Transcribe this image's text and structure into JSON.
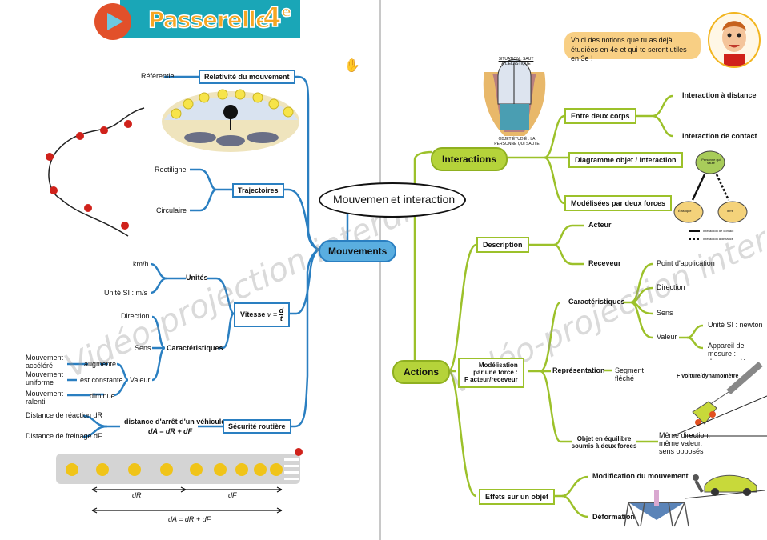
{
  "header": {
    "brand": "Passerelle",
    "level": "4",
    "level_suffix": "e",
    "play_icon": "play-icon"
  },
  "central_node": {
    "left_text": "Mouvemen",
    "right_text": "et interaction"
  },
  "watermark": "Vidéo-projection interdite",
  "speech_bubble": "Voici des notions que tu as déjà étudiées en 4e et qui te seront utiles en 3e !",
  "left_page": {
    "main_node": "Mouvements",
    "relativity": {
      "label": "Relativité du mouvement",
      "leaf": "Référentiel"
    },
    "trajectories": {
      "label": "Trajectoires",
      "leaves": [
        "Rectiligne",
        "Circulaire"
      ]
    },
    "speed": {
      "label": "Vitesse",
      "formula_lhs": "v =",
      "formula_num": "d",
      "formula_den": "t",
      "units": {
        "label": "Unités",
        "leaves": [
          "km/h",
          "Unité SI : m/s"
        ]
      },
      "characteristics": {
        "label": "Caractéristiques",
        "leaves": [
          "Direction",
          "Sens",
          "Valeur"
        ],
        "value_branches": [
          {
            "state": "augmente",
            "movement": "Mouvement accéléré"
          },
          {
            "state": "est constante",
            "movement": "Mouvement uniforme"
          },
          {
            "state": "diminue",
            "movement": "Mouvement ralenti"
          }
        ]
      }
    },
    "road_safety": {
      "label": "Sécurité routière",
      "summary_line1": "distance d'arrêt d'un véhicule",
      "summary_line2": "dA = dR + dF",
      "leaves": [
        "Distance de réaction dR",
        "Distance de freinage dF"
      ],
      "diagram_labels": {
        "dr": "dR",
        "df": "dF",
        "da": "dA = dR + dF"
      }
    }
  },
  "right_page": {
    "interactions": {
      "label": "Interactions",
      "situation_caption_top": "SITUATION : SAUT À L'ÉLASTIQUE",
      "situation_caption_bottom": "OBJET ÉTUDIÉ : LA PERSONNE QUI SAUTE",
      "branches": [
        {
          "label": "Entre deux corps",
          "leaves": [
            "Interaction à distance",
            "Interaction de contact"
          ]
        },
        {
          "label": "Diagramme objet / interaction",
          "leaves": []
        },
        {
          "label": "Modélisées par deux forces",
          "leaves": []
        }
      ],
      "diagram": {
        "nodes": [
          "Personne qui saute",
          "Élastique",
          "Terre"
        ],
        "legend": [
          "Interaction de contact",
          "Interaction à distance"
        ]
      }
    },
    "actions": {
      "label": "Actions",
      "description": {
        "label": "Description",
        "leaves": [
          "Acteur",
          "Receveur"
        ]
      },
      "model": {
        "label_line1": "Modélisation",
        "label_line2": "par une force :",
        "label_line3": "F acteur/receveur",
        "characteristics": {
          "label": "Caractéristiques",
          "leaves": [
            "Point d'application",
            "Direction",
            "Sens",
            "Valeur"
          ],
          "value_leaves": [
            "Unité SI : newton",
            "Appareil de mesure : dynamomètre"
          ]
        },
        "representation": {
          "label": "Représentation",
          "leaf": "Segment fléché"
        },
        "equilibrium": {
          "label": "Objet en équilibre soumis à deux forces",
          "leaf": "Même direction, même valeur, sens opposés"
        },
        "force_caption": "F voiture/dynamomètre"
      },
      "effects": {
        "label": "Effets sur un objet",
        "leaves": [
          "Modification du mouvement",
          "Déformation"
        ]
      }
    }
  },
  "colors": {
    "blue_branch": "#2a7fc1",
    "blue_node": "#5aaee0",
    "green_branch": "#9cc12a",
    "green_node": "#b5d33a",
    "banner": "#1aa6b7",
    "brand_text": "#f6a623",
    "play_button": "#e2502a",
    "bubble": "#f8cf84"
  }
}
